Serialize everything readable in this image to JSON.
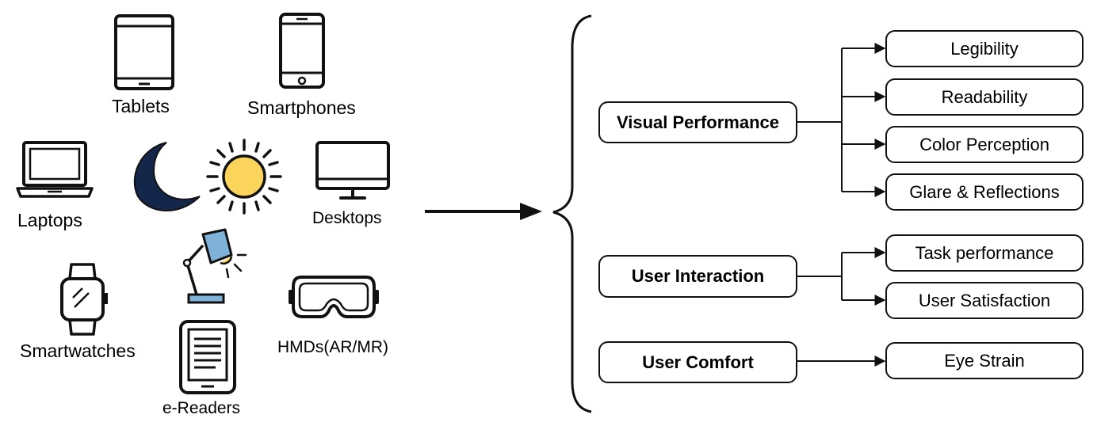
{
  "devices": {
    "tablets": "Tablets",
    "smartphones": "Smartphones",
    "laptops": "Laptops",
    "desktops": "Desktops",
    "smartwatches": "Smartwatches",
    "hmds": "HMDs(AR/MR)",
    "ereaders": "e-Readers"
  },
  "categories": {
    "visual": "Visual Performance",
    "interaction": "User Interaction",
    "comfort": "User Comfort"
  },
  "metrics": {
    "legibility": "Legibility",
    "readability": "Readability",
    "color": "Color Perception",
    "glare": "Glare & Reflections",
    "task": "Task performance",
    "satisfaction": "User Satisfaction",
    "eyestrain": "Eye Strain"
  },
  "colors": {
    "moon": "#14274a",
    "sun": "#fbd55b",
    "lamp": "#7fb2d8",
    "stroke": "#111111"
  }
}
